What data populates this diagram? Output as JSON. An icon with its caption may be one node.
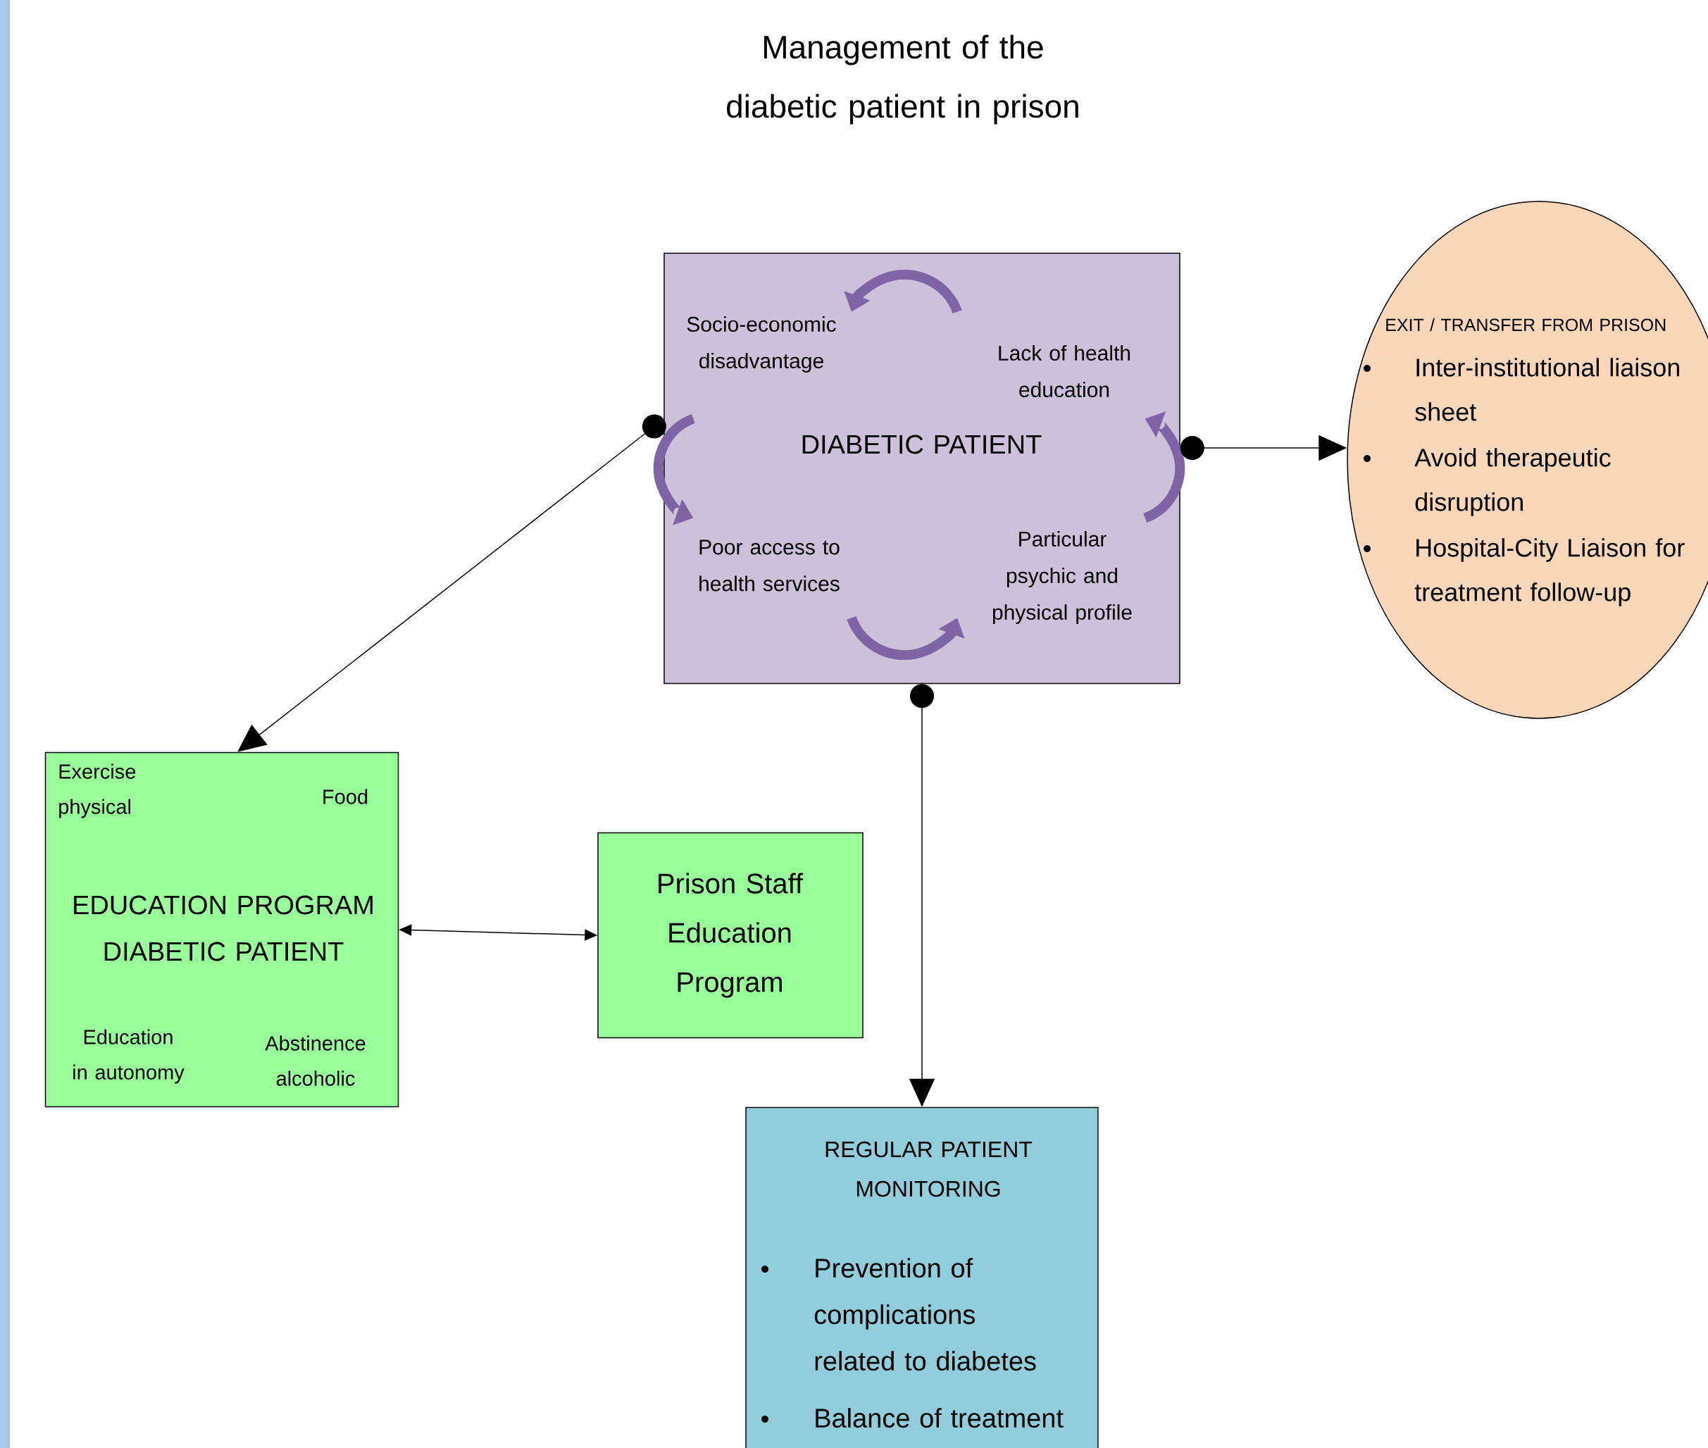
{
  "diagram": {
    "title": "Management of the diabetic patient in prison",
    "nodes": [
      {
        "text": [
          "Socio-economic disadvantage",
          "Lack of health education",
          "DIABETIC PATIENT",
          "Poor access to health services",
          "Particular psychic and physical profile"
        ]
      },
      {
        "text": [
          "EXIT / TRANSFER FROM PRISON",
          "Inter-institutional liaison sheet",
          "Avoid therapeutic disruption",
          "Hospital-City Liaison for treatment follow-up"
        ]
      },
      {
        "text": [
          "Exercise physical",
          "Food",
          "EDUCATION PROGRAM DIABETIC PATIENT",
          "Education in autonomy",
          "Abstinence alcoholic"
        ]
      },
      {
        "text": [
          "Prison Staff Education Program"
        ]
      },
      {
        "text": [
          "REGULAR PATIENT MONITORING",
          "Prevention of complications related to diabetes",
          "Balance of treatment"
        ]
      }
    ],
    "edges": [
      {
        "from": 0,
        "to": 2,
        "arrow": "to"
      },
      {
        "from": 0,
        "to": 1,
        "arrow": "to"
      },
      {
        "from": 2,
        "to": 3,
        "arrow": "both"
      },
      {
        "from": 0,
        "to": 4,
        "arrow": "to"
      }
    ]
  }
}
